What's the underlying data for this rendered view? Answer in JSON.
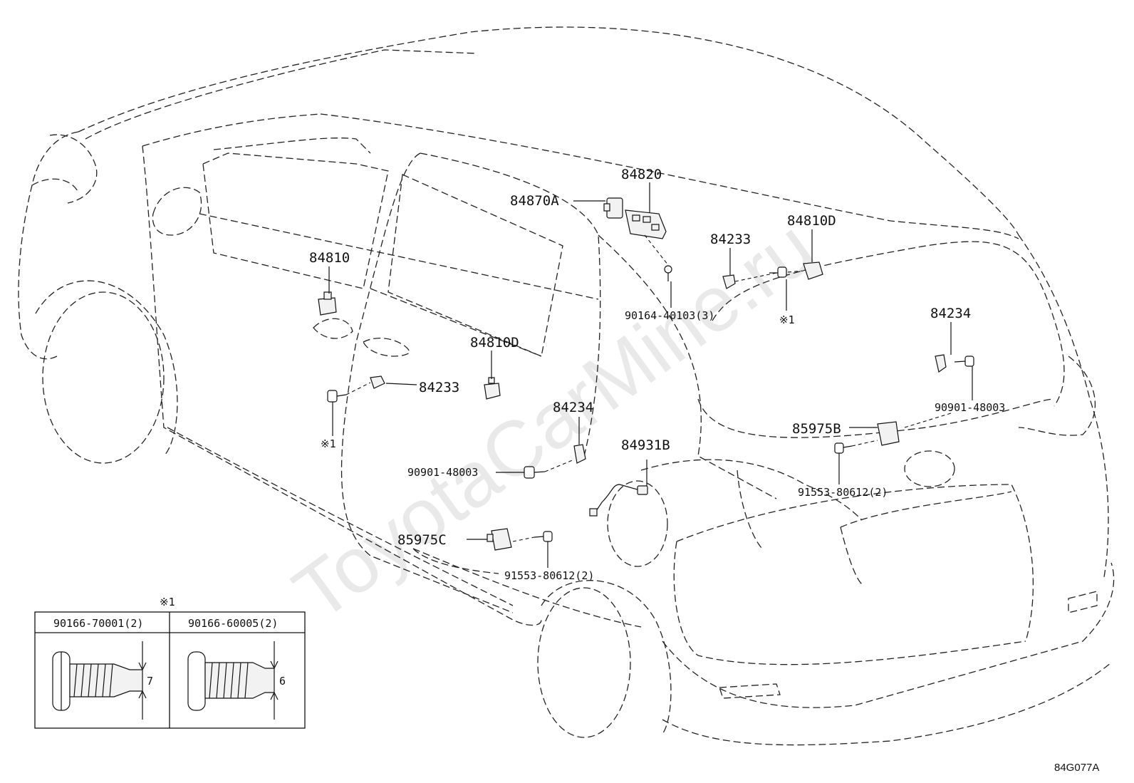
{
  "watermark": "ToyotaCarMine.ru",
  "diagram_code": "84G077A",
  "callouts": {
    "c84820": "84820",
    "c84870A": "84870A",
    "c84233_top": "84233",
    "c84810D_top": "84810D",
    "c84810": "84810",
    "c90164": "90164-40103(3)",
    "ref1_top": "※1",
    "c84234_right": "84234",
    "c90901_right": "90901-48003",
    "c84810D_mid": "84810D",
    "c84233_left": "84233",
    "ref1_left": "※1",
    "c84234_mid": "84234",
    "c84931B": "84931B",
    "c85975B": "85975B",
    "c90901_mid": "90901-48003",
    "c91553_right": "91553-80612(2)",
    "c85975C": "85975C",
    "c91553_bottom": "91553-80612(2)"
  },
  "detail_table": {
    "marker": "※1",
    "columns": [
      {
        "part": "90166-70001(2)",
        "dimension": "7"
      },
      {
        "part": "90166-60005(2)",
        "dimension": "6"
      }
    ]
  }
}
